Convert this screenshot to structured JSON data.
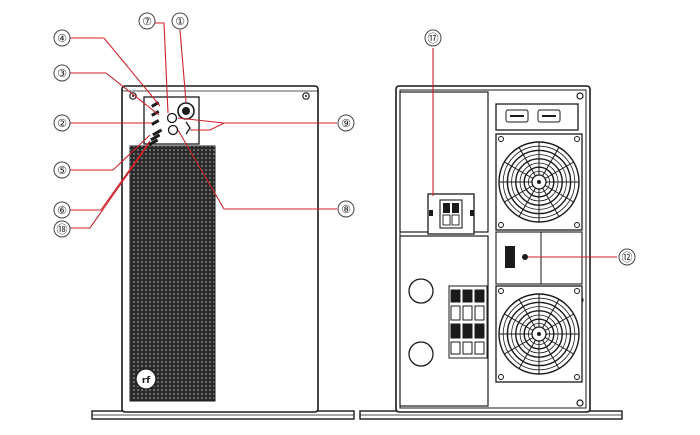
{
  "callouts": [
    {
      "id": "c1",
      "label": "①"
    },
    {
      "id": "c2",
      "label": "②"
    },
    {
      "id": "c3",
      "label": "③"
    },
    {
      "id": "c4",
      "label": "④"
    },
    {
      "id": "c5",
      "label": "⑤"
    },
    {
      "id": "c6",
      "label": "⑥"
    },
    {
      "id": "c7",
      "label": "⑦"
    },
    {
      "id": "c8",
      "label": "⑧"
    },
    {
      "id": "c9",
      "label": "⑨"
    },
    {
      "id": "c12",
      "label": "⑫"
    },
    {
      "id": "c17",
      "label": "⑰"
    },
    {
      "id": "c18",
      "label": "⑱"
    }
  ],
  "colors": {
    "outline": "#1a1a1a",
    "leader": "#d0202a",
    "callout_circle": "#444444",
    "fill_light": "#f4f4f4"
  }
}
